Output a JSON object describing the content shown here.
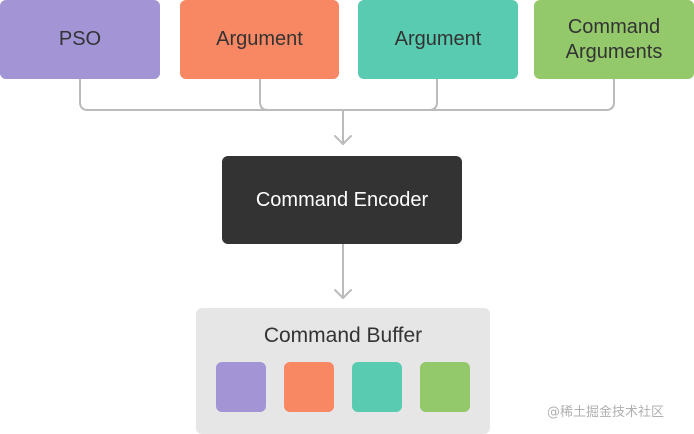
{
  "inputs": [
    {
      "label": "PSO",
      "color": "#a394d6"
    },
    {
      "label": "Argument",
      "color": "#f88763"
    },
    {
      "label": "Argument",
      "color": "#58cbb0"
    },
    {
      "label": "Command\nArguments",
      "color": "#94c96b"
    }
  ],
  "encoder": {
    "label": "Command Encoder",
    "color": "#333333"
  },
  "buffer": {
    "title": "Command Buffer",
    "chips": [
      {
        "color": "#a394d6"
      },
      {
        "color": "#f88763"
      },
      {
        "color": "#58cbb0"
      },
      {
        "color": "#94c96b"
      }
    ]
  },
  "watermark": "@稀土掘金技术社区",
  "connector_color": "#bbbbbb"
}
